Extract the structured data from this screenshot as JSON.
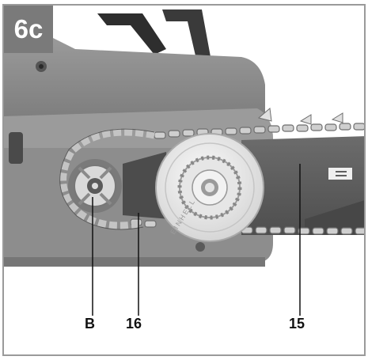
{
  "figure": {
    "badge_label": "6c",
    "brand_mark": "EINHELL",
    "callouts": {
      "b": "B",
      "sixteen": "16",
      "fifteen": "15"
    }
  },
  "colors": {
    "housing": "#8a8a8a",
    "bar": "#5e5e5e",
    "cover": "#efefef",
    "chain": "#c8c8c8",
    "badge_bg": "#7a7a7a",
    "frame": "#9a9a9a"
  },
  "icons": [
    "chain-icon",
    "sprocket-icon",
    "tensioner-wheel-icon"
  ]
}
